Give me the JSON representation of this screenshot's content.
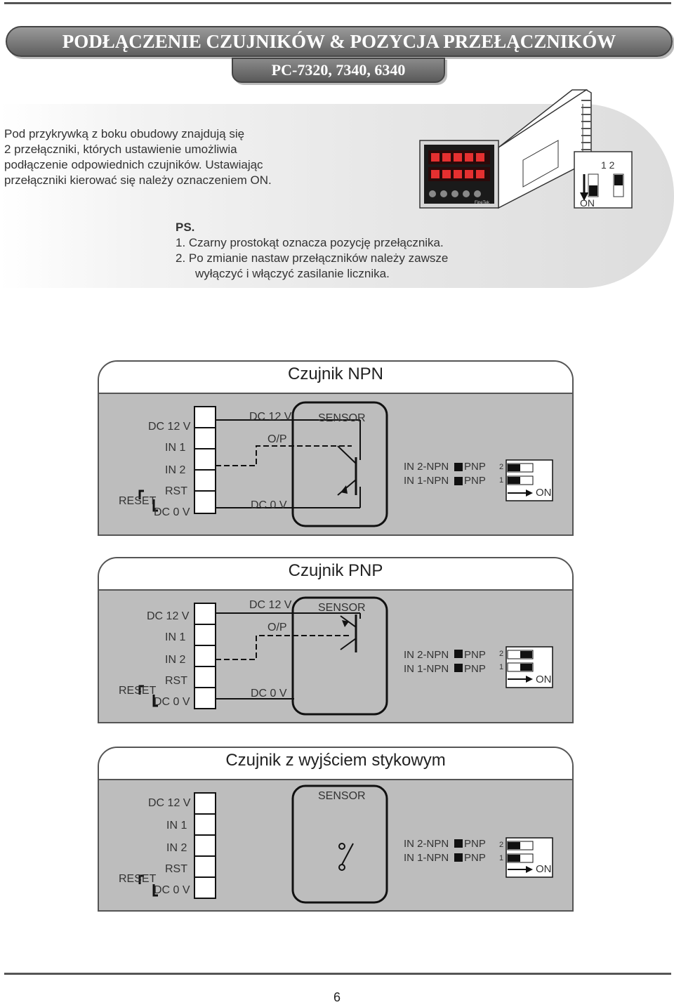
{
  "header": {
    "title": "PODŁĄCZENIE CZUJNIKÓW & POZYCJA PRZEŁĄCZNIKÓW",
    "subtitle": "PC-7320, 7340, 6340"
  },
  "intro": {
    "lines": [
      "Pod przykrywką z boku obudowy znajdują się",
      "2 przełączniki, których ustawienie umożliwia",
      "podłączenie odpowiednich czujników. Ustawiając",
      "przełączniki kierować się należy oznaczeniem ON."
    ]
  },
  "ps": {
    "label": "PS.",
    "note1": "1. Czarny prostokąt oznacza pozycję przełącznika.",
    "note2_line1": "2. Po zmianie nastaw przełączników należy zawsze",
    "note2_line2": "wyłączyć i włączyć zasilanie licznika."
  },
  "device": {
    "switch_numbers": "1  2",
    "on_label": "ON",
    "brand": "FineTek"
  },
  "panels": [
    {
      "title": "Czujnik NPN",
      "terminals": [
        "DC 12 V",
        "IN 1",
        "IN 2",
        "RST",
        "DC 0 V"
      ],
      "reset": "RESET",
      "wire_top": "DC 12 V",
      "wire_op": "O/P",
      "wire_bottom": "DC 0 V",
      "sensor": "SENSOR",
      "legend_in2": "IN 2-NPN",
      "legend_in1": "IN 1-NPN",
      "legend_pnp": "PNP",
      "sw_two": "2",
      "sw_one": "1",
      "on": "ON"
    },
    {
      "title": "Czujnik PNP",
      "terminals": [
        "DC 12 V",
        "IN 1",
        "IN 2",
        "RST",
        "DC 0 V"
      ],
      "reset": "RESET",
      "wire_top": "DC 12 V",
      "wire_op": "O/P",
      "wire_bottom": "DC 0 V",
      "sensor": "SENSOR",
      "legend_in2": "IN 2-NPN",
      "legend_in1": "IN 1-NPN",
      "legend_pnp": "PNP",
      "sw_two": "2",
      "sw_one": "1",
      "on": "ON"
    },
    {
      "title": "Czujnik z wyjściem stykowym",
      "terminals": [
        "DC 12 V",
        "IN 1",
        "IN 2",
        "RST",
        "DC 0 V"
      ],
      "reset": "RESET",
      "sensor": "SENSOR",
      "legend_in2": "IN 2-NPN",
      "legend_in1": "IN 1-NPN",
      "legend_pnp": "PNP",
      "sw_two": "2",
      "sw_one": "1",
      "on": "ON"
    }
  ],
  "footer": {
    "page_number": "6"
  }
}
